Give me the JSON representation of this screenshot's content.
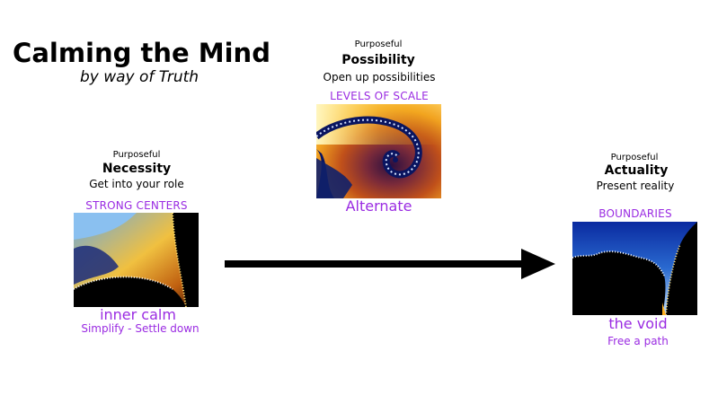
{
  "title": "Calming the Mind",
  "subtitle": "by way of Truth",
  "nodes": {
    "possibility": {
      "qualifier": "Purposeful",
      "name": "Possibility",
      "description": "Open up possibilities",
      "property": "LEVELS OF SCALE",
      "caption": "Alternate"
    },
    "necessity": {
      "qualifier": "Purposeful",
      "name": "Necessity",
      "description": "Get into your role",
      "property": "STRONG CENTERS",
      "caption": "inner calm",
      "action": "Simplify - Settle down"
    },
    "actuality": {
      "qualifier": "Purposeful",
      "name": "Actuality",
      "description": "Present reality",
      "property": "BOUNDARIES",
      "caption": "the void",
      "action": "Free a path"
    }
  },
  "colors": {
    "accent": "#9a2be2",
    "arrow": "#000000"
  }
}
